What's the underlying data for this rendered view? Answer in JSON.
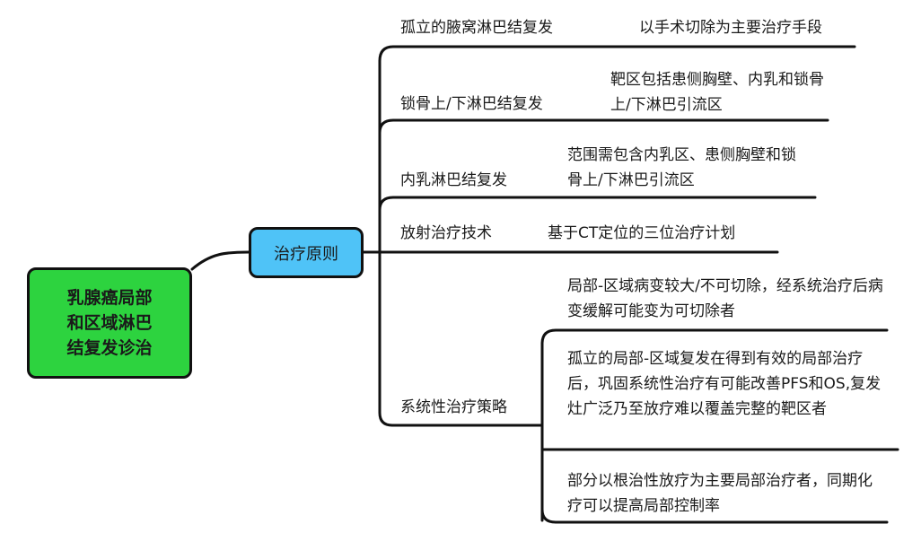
{
  "root": {
    "label": "乳腺癌局部和区域淋巴结复发诊治"
  },
  "center": {
    "label": "治疗原则"
  },
  "branches": [
    {
      "label": "孤立的腋窝淋巴结复发",
      "details": [
        "以手术切除为主要治疗手段"
      ]
    },
    {
      "label": "锁骨上/下淋巴结复发",
      "details": [
        "靶区包括患侧胸壁、内乳和锁骨上/下淋巴引流区"
      ]
    },
    {
      "label": "内乳淋巴结复发",
      "details": [
        "范围需包含内乳区、患侧胸壁和锁骨上/下淋巴引流区"
      ]
    },
    {
      "label": "放射治疗技术",
      "details": [
        "基于CT定位的三位治疗计划"
      ]
    },
    {
      "label": "系统性治疗策略",
      "details": [
        "局部-区域病变较大/不可切除，经系统治疗后病变缓解可能变为可切除者",
        "孤立的局部-区域复发在得到有效的局部治疗后，巩固系统性治疗有可能改善PFS和OS,复发灶广泛乃至放疗难以覆盖完整的靶区者",
        "部分以根治性放疗为主要局部治疗者，同期化疗可以提高局部控制率"
      ]
    }
  ]
}
